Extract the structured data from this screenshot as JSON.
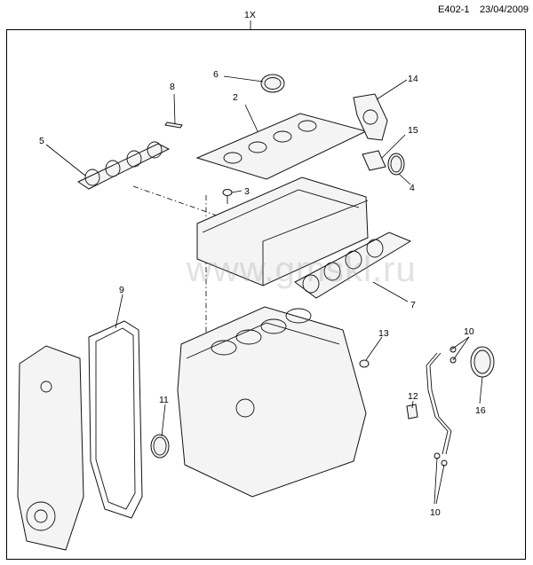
{
  "header": {
    "doc_id": "E402-1",
    "date": "23/04/2009"
  },
  "assembly_label": "1X",
  "watermark": "www.gmskl.ru",
  "callouts": {
    "c1": "2",
    "c2": "3",
    "c3": "4",
    "c4": "5",
    "c5": "6",
    "c6": "7",
    "c7": "8",
    "c8": "9",
    "c9": "10",
    "c10": "10",
    "c11": "11",
    "c12": "12",
    "c13": "13",
    "c14": "14",
    "c15": "15",
    "c16": "16"
  }
}
